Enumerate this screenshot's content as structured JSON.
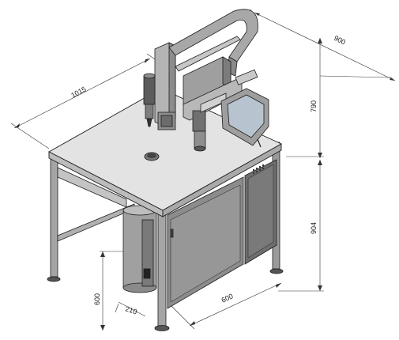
{
  "dimensions": {
    "table_length": "1015",
    "table_depth": "900",
    "upper_height": "790",
    "table_height": "904",
    "cabinet_width": "600",
    "cabinet_height": "600",
    "side_offset": "210"
  },
  "colors": {
    "frame": "#9a9a9a",
    "frame_dark": "#6e6e6e",
    "panel": "#8c8c8c",
    "panel_dark": "#5e5e5e",
    "top": "#e3e3e3",
    "line": "#1e1e1e",
    "screen": "#b7c4cf"
  }
}
